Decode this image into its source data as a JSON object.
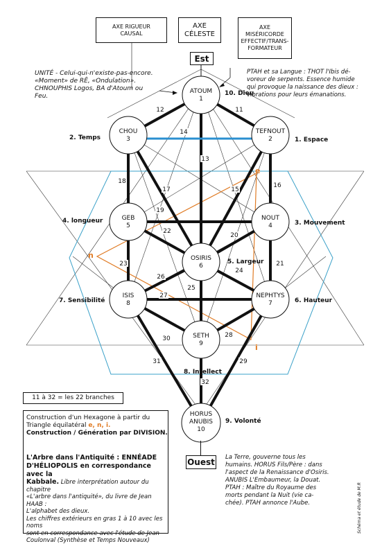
{
  "top_boxes": {
    "left": "AXE RIGUEUR CAUSAL",
    "center_line1": "AXE",
    "center_line2": "CÉLESTE",
    "right_line1": "AXE",
    "right_line2": "MISÉRICORDE",
    "right_line3": "EFFECTIF/TRANS-",
    "right_line4": "FORMATEUR"
  },
  "direction": {
    "east": "Est",
    "west": "Ouest"
  },
  "nodes": [
    {
      "name": "ATOUM",
      "num": "1"
    },
    {
      "name": "TEFNOUT",
      "num": "2"
    },
    {
      "name": "CHOU",
      "num": "3"
    },
    {
      "name": "NOUT",
      "num": "4"
    },
    {
      "name": "GEB",
      "num": "5"
    },
    {
      "name": "OSIRIS",
      "num": "6"
    },
    {
      "name": "NEPHTYS",
      "num": "7"
    },
    {
      "name": "ISIS",
      "num": "8"
    },
    {
      "name": "SETH",
      "num": "9"
    },
    {
      "name": "HORUS",
      "name2": "ANUBIS",
      "num": "10"
    }
  ],
  "sephira_labels": {
    "dieu": "10. Dieu",
    "espace": "1. Espace",
    "temps": "2. Temps",
    "longueur": "4. longueur",
    "mouvement": "3. Mouvement",
    "largeur": "5. Largeur",
    "sensibilite": "7. Sensibilité",
    "hauteur": "6. Hauteur",
    "intellect": "8. Intellect",
    "volonte": "9. Volonté"
  },
  "paths": [
    "11",
    "12",
    "13",
    "14",
    "15",
    "16",
    "17",
    "18",
    "19",
    "20",
    "21",
    "22",
    "23",
    "24",
    "25",
    "26",
    "27",
    "28",
    "29",
    "30",
    "31",
    "32"
  ],
  "triangle_letters": {
    "e": "e",
    "n": "n",
    "i": "i"
  },
  "left_annotation": {
    "line1": "UNITÉ - Celui-qui-n'existe-pas-encore.",
    "line2": "«Moment» de RÊ, «Ondulation».",
    "line3": "CHNOUPHIS Logos, BA d'Atoum ou",
    "line4": "Feu."
  },
  "right_annotation": {
    "line1": "PTAH et sa Langue : THOT l'Ibis dé-",
    "line2": "voreur de serpents. Essence humide",
    "line3": "qui provoque la naissance des dieux :",
    "line4": "vibrations pour leurs émanations."
  },
  "branches_box": "11 à 32 = les 22 branches",
  "construction": {
    "line1": "Construction d'un Hexagone à partir du",
    "line2a": "Triangle équilatéral ",
    "letters": "e, n, i.",
    "line3": "Construction / Génération par DIVISION."
  },
  "tree": {
    "title1": "L'Arbre dans l'Antiquité : ENNÉADE",
    "title2": "D'HÉLIOPOLIS en correspondance avec la",
    "title3": "Kabbale.",
    "note1": " Libre interprétation autour du chapitre",
    "note2": "«L'arbre dans l'antiquité», du livre de Jean HAAB :",
    "note3": "L'alphabet des dieux.",
    "note4": "Les chiffres extérieurs en gras 1 à 10 avec les noms",
    "note5": "sont en correspondance avec l'étude de Jean",
    "note6": "Coulonval (Synthèse et Temps Nouveaux)"
  },
  "bottom_right": {
    "line1": "La Terre, gouverne tous les",
    "line2": "humains. HORUS Fils/Père : dans",
    "line3": "l'aspect de la Renaissance d'Osiris.",
    "line4": "ANUBIS L'Embaumeur, la Douat.",
    "line5": "PTAH : Maître du Royaume des",
    "line6": "morts pendant la Nuit (vie ca-",
    "line7": "chée). PTAH annonce l'Aube."
  },
  "credit": "Schéma et étude de M.R",
  "colors": {
    "hexagon": "#3aa0c8",
    "triangle": "#e07b24",
    "blue_path": "#2a8fd0"
  }
}
